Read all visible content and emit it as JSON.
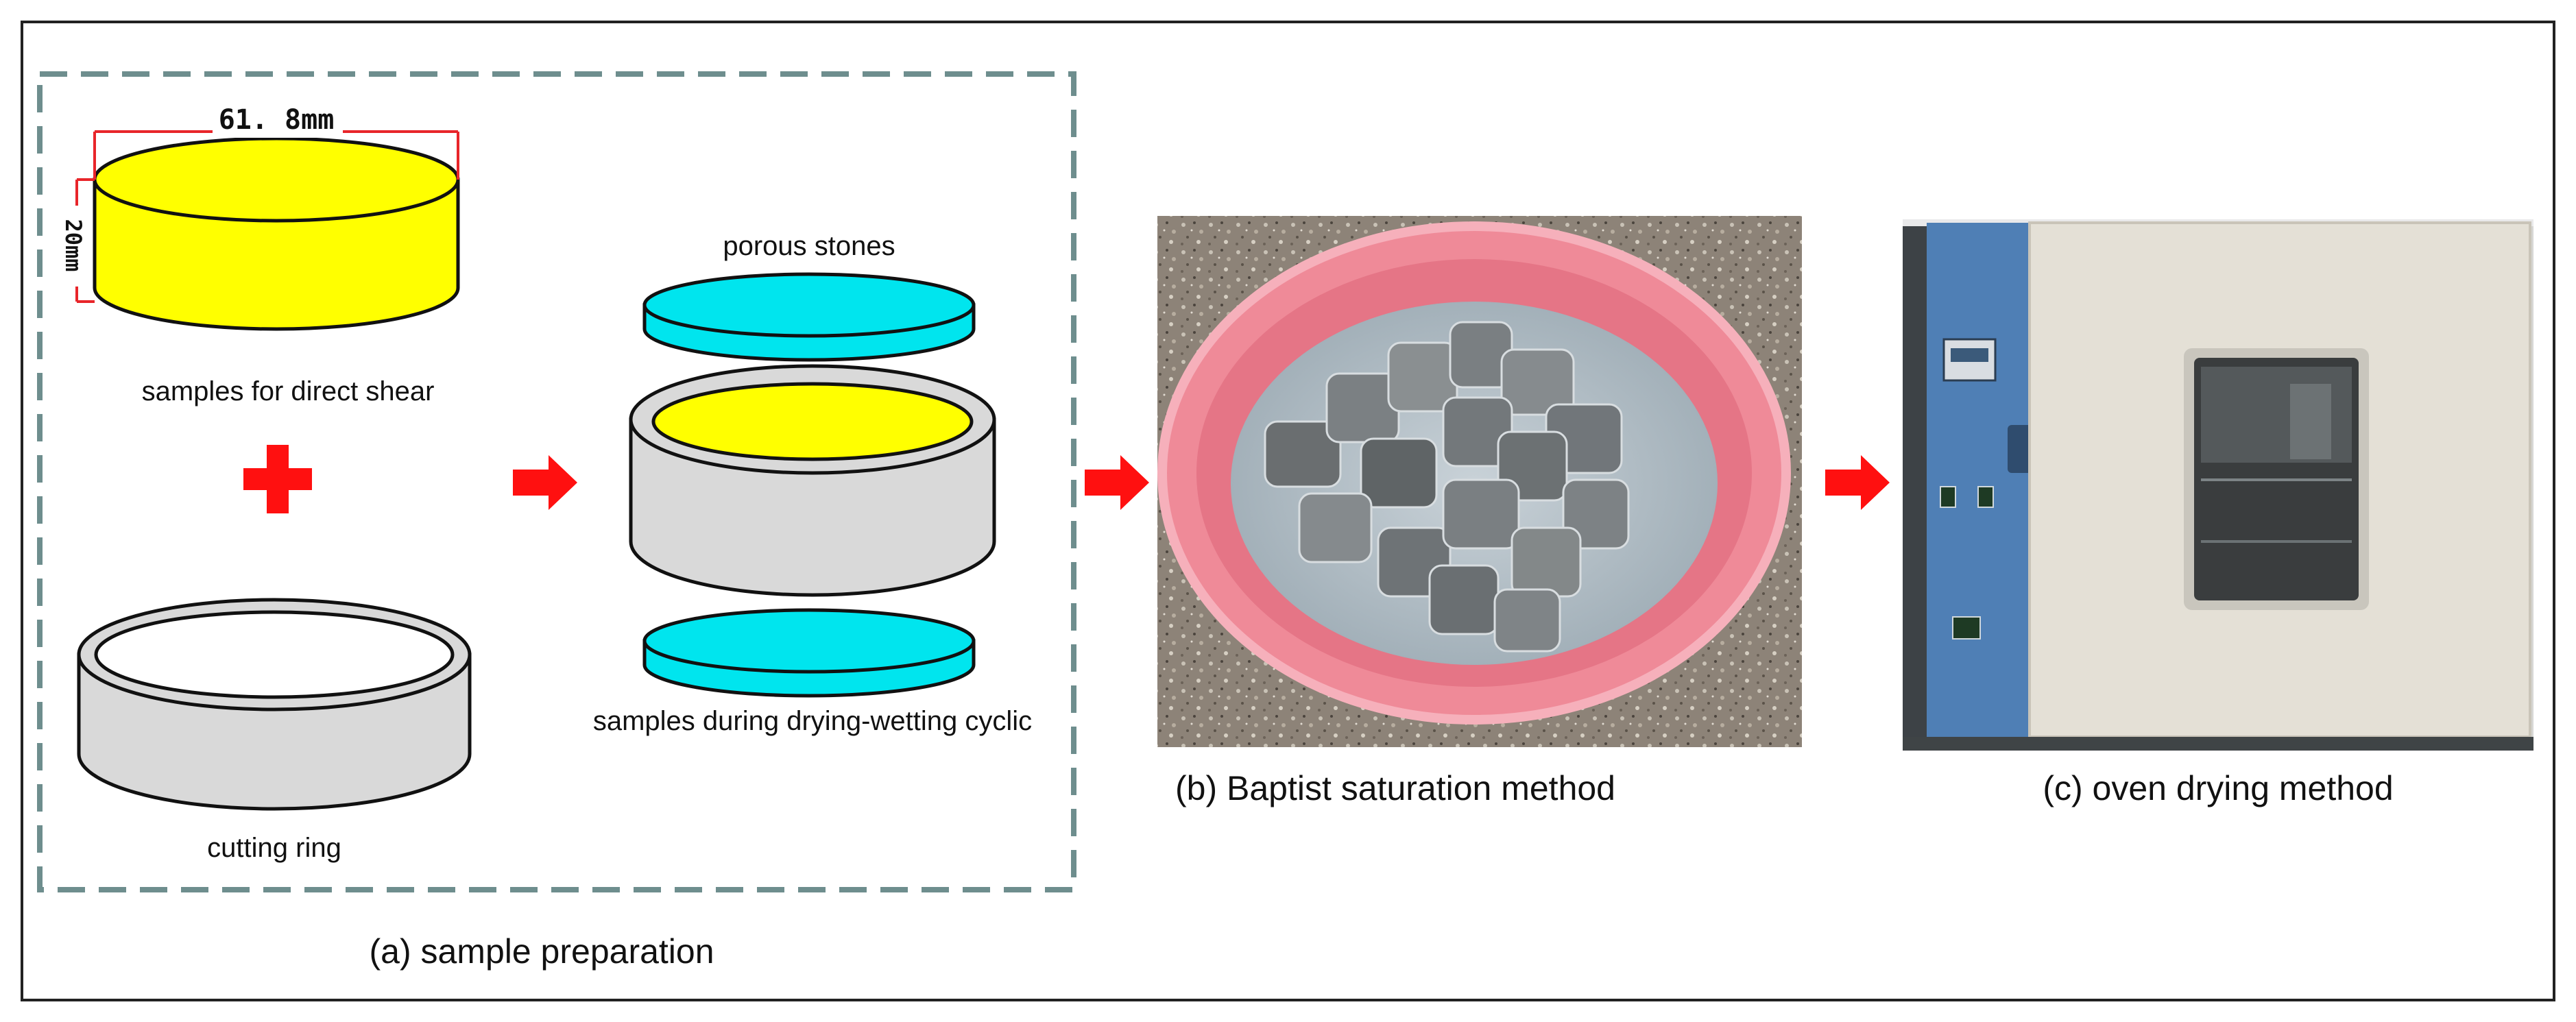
{
  "panel_a": {
    "caption": "(a)  sample preparation",
    "diameter_label": "61. 8mm",
    "height_label": "20mm",
    "shear_sample_label": "samples for direct shear",
    "cutting_ring_label": "cutting ring",
    "porous_stones_label": "porous stones",
    "cyclic_label": "samples during drying-wetting cyclic"
  },
  "panel_b": {
    "caption": "(b)  Baptist saturation method"
  },
  "panel_c": {
    "caption": "(c)  oven drying method"
  },
  "icons": {
    "plus": "plus-icon",
    "arrow": "right-arrow-icon"
  },
  "colors": {
    "sample_yellow": "#ffff00",
    "porous_stone_cyan": "#00e5ee",
    "ring_gray": "#d9d9d9",
    "dimension_red": "#e8252a",
    "arrow_red": "#ff1010",
    "dashed_border": "#6e8e8e",
    "basin_pink": "#ef8a98",
    "oven_blue": "#4f7fb5",
    "oven_body": "#e4e0d6"
  }
}
